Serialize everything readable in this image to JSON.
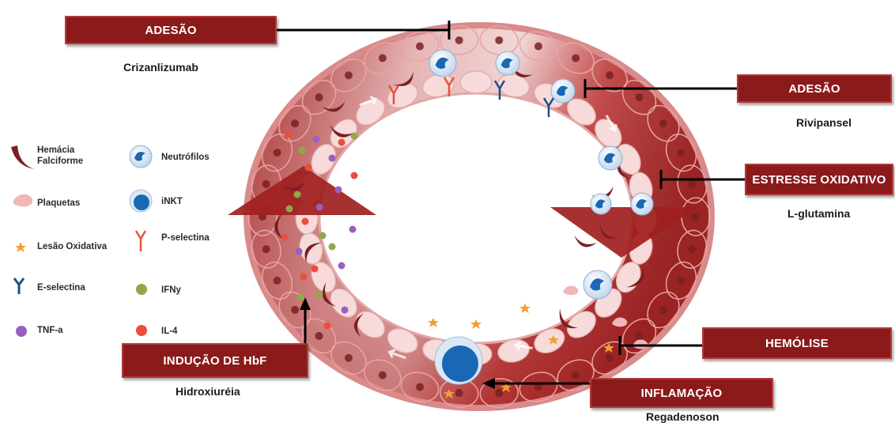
{
  "interventions": [
    {
      "box": "ADESÃO",
      "drug": "Crizanlizumab"
    },
    {
      "box": "ADESÃO",
      "drug": "Rivipansel"
    },
    {
      "box": "ESTRESSE OXIDATIVO",
      "drug": "L-glutamina"
    },
    {
      "box": "HEMÓLISE",
      "drug": ""
    },
    {
      "box": "INFLAMAÇÃO",
      "drug": "Regadenoson"
    },
    {
      "box": "INDUÇÃO DE HbF",
      "drug": "Hidroxiuréia"
    }
  ],
  "legend": {
    "left": [
      {
        "label": "Hemácia\nFalciforme",
        "icon": "sickle-cell-icon"
      },
      {
        "label": "Plaquetas",
        "icon": "platelet-icon"
      },
      {
        "label": "Lesão Oxidativa",
        "icon": "oxidative-star-icon"
      },
      {
        "label": "E-selectina",
        "icon": "e-selectin-icon"
      },
      {
        "label": "TNF-a",
        "icon": "tnf-dot-icon"
      }
    ],
    "right": [
      {
        "label": "Neutrófilos",
        "icon": "neutrophil-icon"
      },
      {
        "label": "iNKT",
        "icon": "inkt-icon"
      },
      {
        "label": "P-selectina",
        "icon": "p-selectin-icon"
      },
      {
        "label": "IFNy",
        "icon": "ifn-dot-icon"
      },
      {
        "label": "IL-4",
        "icon": "il4-dot-icon"
      }
    ]
  },
  "colors": {
    "box_fill": "#8b1a1a",
    "vessel_dark": "#9e1f1f",
    "vessel_light": "#f3d6d6",
    "sickle": "#7a1f24",
    "neutrophil": "#1a67b5",
    "tnf": "#9b5fc0",
    "ifn": "#8fa84a",
    "il4": "#e8503a",
    "star": "#f0a030"
  }
}
